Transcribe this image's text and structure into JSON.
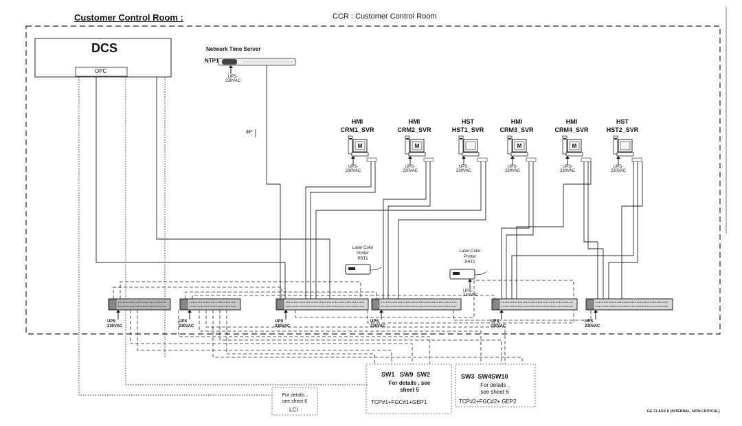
{
  "header": {
    "left_title": "Customer Control Room :",
    "center_title": "CCR : Customer Control Room"
  },
  "dcs": {
    "label": "DCS",
    "opc_label": "OPC"
  },
  "ntp": {
    "title": "Network Time Server",
    "label": "NTP1",
    "power": "UPS-\n230VAC"
  },
  "dimension_label": "20\"",
  "servers": [
    {
      "type": "HMI",
      "name": "CRM1_SVR",
      "badge": "M",
      "power": "UPS-\n230VAC"
    },
    {
      "type": "HMI",
      "name": "CRM2_SVR",
      "badge": "M",
      "power": "UPS-\n230VAC"
    },
    {
      "type": "HST",
      "name": "HST1_SVR",
      "badge": "",
      "power": "UPS-\n230VAC"
    },
    {
      "type": "HMI",
      "name": "CRM3_SVR",
      "badge": "M",
      "power": "UPS-\n230VAC"
    },
    {
      "type": "HMI",
      "name": "CRM4_SVR",
      "badge": "M",
      "power": "UPS-\n230VAC"
    },
    {
      "type": "HST",
      "name": "HST2_SVR",
      "badge": "",
      "power": "UPS-\n230VAC"
    }
  ],
  "printers": [
    {
      "label": "Laser Color\nPrinter\nPRT1"
    },
    {
      "label": "Laser Color\nPrinter\nPRT2",
      "power": "UPS-\n230VAC"
    }
  ],
  "switches": [
    {
      "power": "UPS\n230VAC"
    },
    {
      "power": "UPS\n230VAC"
    },
    {
      "power": "UPS\n230VAC"
    },
    {
      "power": "UPS\n230VAC"
    },
    {
      "power": "UPS\n230VAC"
    },
    {
      "power": "UPS\n230VAC"
    }
  ],
  "detail_boxes": [
    {
      "heading": "SW1   SW9  SW2",
      "text": "For details , see\nsheet 5",
      "footer": "TCP#1+FGC#1+GEP1"
    },
    {
      "heading": "SW3  SW4SW10",
      "text": "For details ,\nsee sheet 6",
      "footer": "TCP#2+FGC#2+ GEP2"
    },
    {
      "heading": "",
      "text": "For details ,\nsee sheet 6",
      "footer": "LCI"
    }
  ],
  "footer_note": "GE CLASS II (INTERNAL, NON-CRITICAL)"
}
